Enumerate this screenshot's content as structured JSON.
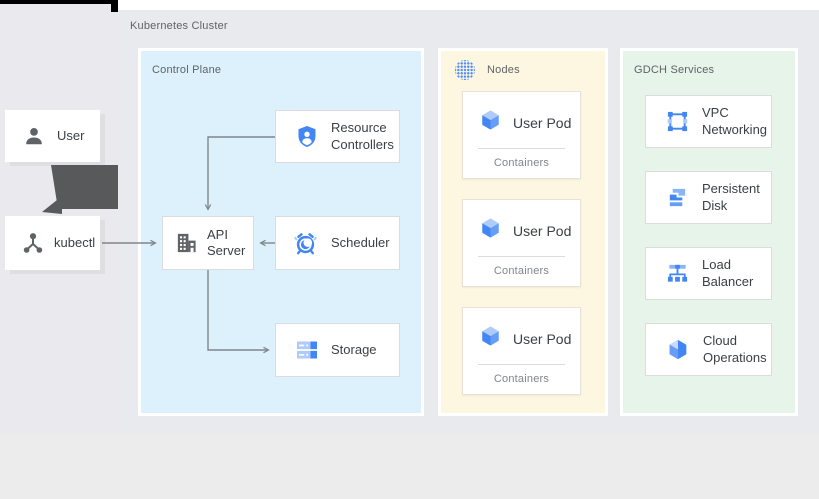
{
  "cluster": {
    "title": "Kubernetes Cluster"
  },
  "panels": {
    "control_plane": {
      "title": "Control Plane",
      "bg": "#ddf1fc"
    },
    "nodes": {
      "title": "Nodes",
      "bg": "#fdf7e2"
    },
    "gdch": {
      "title": "GDCH Services",
      "bg": "#e6f4ea"
    }
  },
  "external": {
    "user": {
      "label": "User"
    },
    "kubectl": {
      "label": "kubectl"
    }
  },
  "control_plane_nodes": {
    "resource_controllers": {
      "label": "Resource Controllers",
      "icon": "shield-person-icon"
    },
    "api_server": {
      "label": "API Server",
      "icon": "building-icon"
    },
    "scheduler": {
      "label": "Scheduler",
      "icon": "alarm-clock-icon"
    },
    "storage": {
      "label": "Storage",
      "icon": "server-trays-icon"
    }
  },
  "pods": [
    {
      "title": "User Pod",
      "subtitle": "Containers",
      "icon": "cube-icon"
    },
    {
      "title": "User Pod",
      "subtitle": "Containers",
      "icon": "cube-icon"
    },
    {
      "title": "User Pod",
      "subtitle": "Containers",
      "icon": "cube-icon"
    }
  ],
  "gdch_services": [
    {
      "label": "VPC Networking",
      "icon": "vpc-networking-icon"
    },
    {
      "label": "Persistent Disk",
      "icon": "persistent-disk-icon"
    },
    {
      "label": "Load Balancer",
      "icon": "load-balancer-icon"
    },
    {
      "label": "Cloud Operations",
      "icon": "cloud-operations-icon"
    }
  ],
  "colors": {
    "blue": "#4285f4",
    "blue_mid": "#669df6",
    "blue_light": "#aecbfa",
    "blue_pale": "#c6dafc",
    "icon_gray": "#5f6368",
    "label_dark": "#3c4043",
    "title_gray": "#5f6368",
    "arrow_gray": "#80868b",
    "dark_arrow": "#58595b",
    "cluster_bg": "#e8eaed",
    "left_col_bg": "#eae9ed",
    "bottom_bg": "#ececec",
    "card_border": "#dadce0"
  }
}
